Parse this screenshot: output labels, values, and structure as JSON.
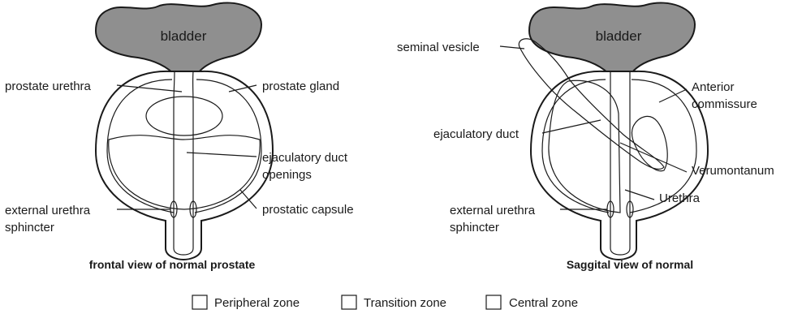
{
  "colors": {
    "peripheral": "#c3c3c3",
    "transition": "#878787",
    "central": "#ffffff",
    "bladder": "#8f8f8f",
    "urethra": "#8a8a8a",
    "outline": "#1a1a1a"
  },
  "frontal": {
    "bladder": "bladder",
    "prostate_urethra": "prostate urethra",
    "prostate_gland": "prostate gland",
    "ejaculatory_duct_line1": "ejaculatory duct",
    "ejaculatory_duct_line2": "openings",
    "external_sphincter_line1": "external urethra",
    "external_sphincter_line2": "sphincter",
    "prostatic_capsule": "prostatic capsule",
    "caption": "frontal view of normal prostate"
  },
  "sagittal": {
    "bladder": "bladder",
    "seminal_vesicle": "seminal vesicle",
    "anterior_line1": "Anterior",
    "anterior_line2": "commissure",
    "ejaculatory_duct": "ejaculatory duct",
    "verumontanum": "Verumontanum",
    "urethra": "Urethra",
    "external_sphincter_line1": "external urethra",
    "external_sphincter_line2": "sphincter",
    "caption": "Saggital view of normal"
  },
  "legend": {
    "items": [
      {
        "label": "Peripheral zone",
        "color": "#c3c3c3"
      },
      {
        "label": "Transition zone",
        "color": "#878787"
      },
      {
        "label": "Central zone",
        "color": "#ffffff"
      }
    ]
  }
}
